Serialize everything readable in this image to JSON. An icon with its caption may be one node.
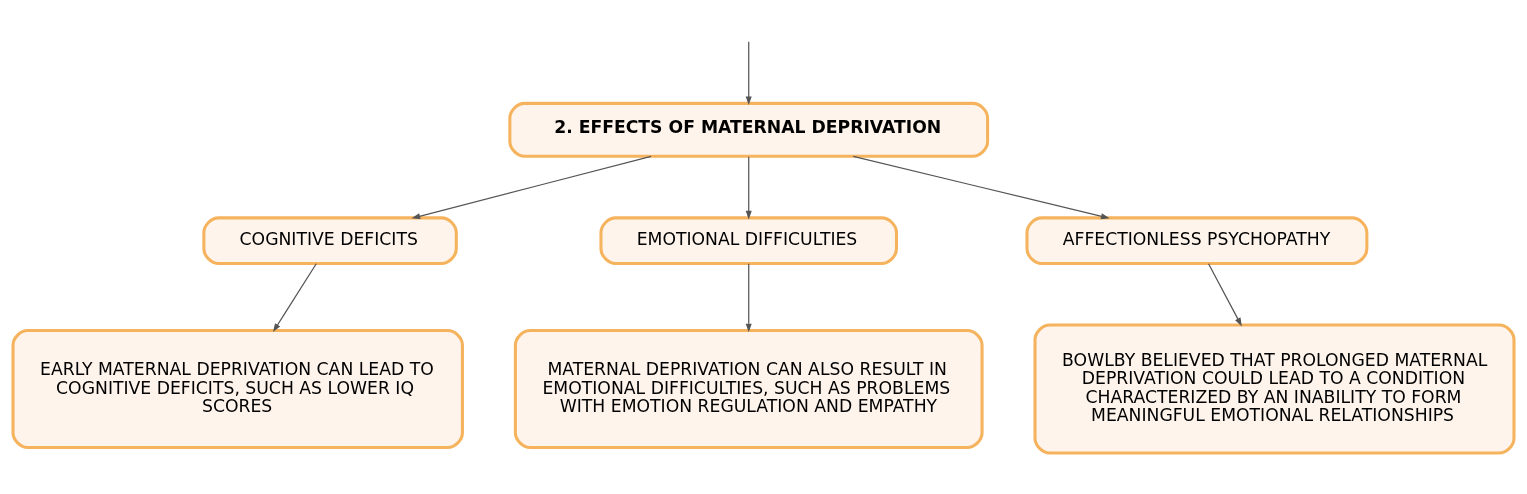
{
  "diagram": {
    "nodes": [
      {
        "text": [
          "2. EFFECTS OF MATERNAL DEPRIVATION"
        ]
      },
      {
        "text": [
          "COGNITIVE DEFICITS"
        ]
      },
      {
        "text": [
          "EMOTIONAL DIFFICULTIES"
        ]
      },
      {
        "text": [
          "AFFECTIONLESS PSYCHOPATHY"
        ]
      },
      {
        "text": [
          "EARLY MATERNAL DEPRIVATION CAN LEAD TO COGNITIVE DEFICITS, SUCH AS LOWER IQ SCORES"
        ]
      },
      {
        "text": [
          "MATERNAL DEPRIVATION CAN ALSO RESULT IN EMOTIONAL DIFFICULTIES, SUCH AS PROBLEMS WITH EMOTION REGULATION AND EMPATHY"
        ]
      },
      {
        "text": [
          "BOWLBY BELIEVED THAT PROLONGED MATERNAL DEPRIVATION COULD LEAD TO A CONDITION CHARACTERIZED BY AN INABILITY TO FORM MEANINGFUL EMOTIONAL RELATIONSHIPS"
        ]
      }
    ],
    "edges": [
      {
        "from": null,
        "to": 0,
        "arrow": "to"
      },
      {
        "from": 0,
        "to": 1,
        "arrow": "to"
      },
      {
        "from": 0,
        "to": 2,
        "arrow": "to"
      },
      {
        "from": 0,
        "to": 3,
        "arrow": "to"
      },
      {
        "from": 1,
        "to": 4,
        "arrow": "to"
      },
      {
        "from": 2,
        "to": 5,
        "arrow": "to"
      },
      {
        "from": 3,
        "to": 6,
        "arrow": "to"
      }
    ]
  }
}
